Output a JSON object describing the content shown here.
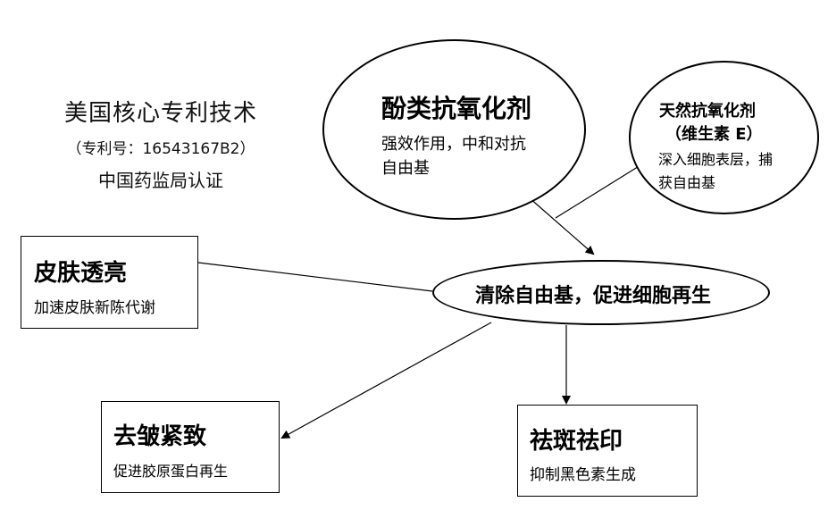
{
  "patent": {
    "title": "美国核心专利技术",
    "number": "（专利号：16543167B2）",
    "certification": "中国药监局认证"
  },
  "nodes": {
    "phenol_antioxidant": {
      "title": "酚类抗氧化剂",
      "desc_line1": "强效作用，中和对抗",
      "desc_line2": "自由基"
    },
    "natural_antioxidant": {
      "title_line1": "天然抗氧化剂",
      "title_line2": "（维生素 E）",
      "desc_line1": "深入细胞表层，捕",
      "desc_line2": "获自由基"
    },
    "central": {
      "label": "清除自由基，促进细胞再生"
    },
    "skin_brightening": {
      "title": "皮肤透亮",
      "desc": "加速皮肤新陈代谢"
    },
    "anti_wrinkle": {
      "title": "去皱紧致",
      "desc": "促进胶原蛋白再生"
    },
    "spot_removal": {
      "title": "祛斑祛印",
      "desc": "抑制黑色素生成"
    }
  },
  "colors": {
    "stroke": "#000000",
    "background": "#ffffff",
    "text": "#000000"
  }
}
